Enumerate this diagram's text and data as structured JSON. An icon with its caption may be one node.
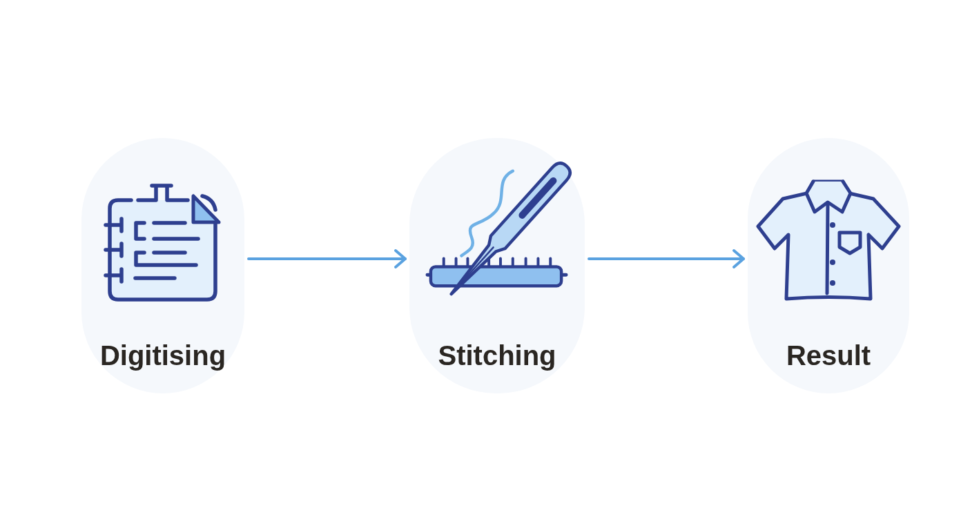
{
  "diagram": {
    "nodes": [
      {
        "text": [
          "Digitising"
        ]
      },
      {
        "text": [
          "Stitching"
        ]
      },
      {
        "text": [
          "Result"
        ]
      }
    ],
    "edges": [
      {
        "from": 0,
        "to": 1,
        "arrow": "to"
      },
      {
        "from": 1,
        "to": 2,
        "arrow": "to"
      }
    ]
  }
}
